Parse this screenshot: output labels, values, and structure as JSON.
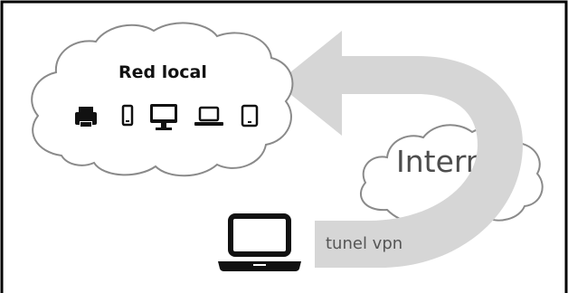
{
  "diagram": {
    "local_network_label": "Red local",
    "internet_label": "Internet",
    "tunnel_label": "tunel vpn",
    "local_devices": [
      "printer-icon",
      "phone-icon",
      "monitor-icon",
      "laptop-icon",
      "tablet-icon"
    ],
    "client_device": "laptop-icon",
    "colors": {
      "frame": "#000000",
      "cloud_stroke": "#8a8a8a",
      "cloud_fill": "#ffffff",
      "arrow_fill": "#d6d6d6",
      "icon": "#111111",
      "internet_text": "#4d4d4d",
      "tunnel_text": "#555555"
    }
  }
}
